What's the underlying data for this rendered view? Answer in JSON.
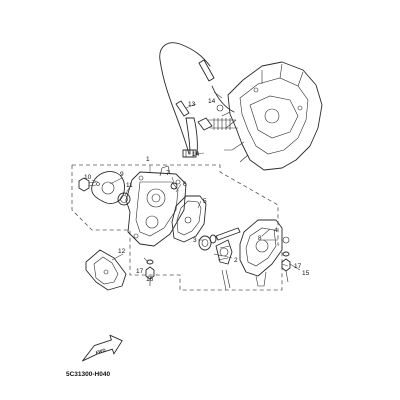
{
  "part_labels": {
    "p1": "1",
    "p2": "2",
    "p3": "3",
    "p4": "4",
    "p5": "5",
    "p6": "6",
    "p7": "7",
    "p8": "8",
    "p9": "9",
    "p10": "10",
    "p11": "11",
    "p12": "12",
    "p13": "13",
    "p14a": "14",
    "p14b": "14",
    "p15": "15",
    "p16": "16",
    "p17a": "17",
    "p17b": "17"
  },
  "direction_marker": "FWD",
  "diagram_code": "5C31300-H040"
}
